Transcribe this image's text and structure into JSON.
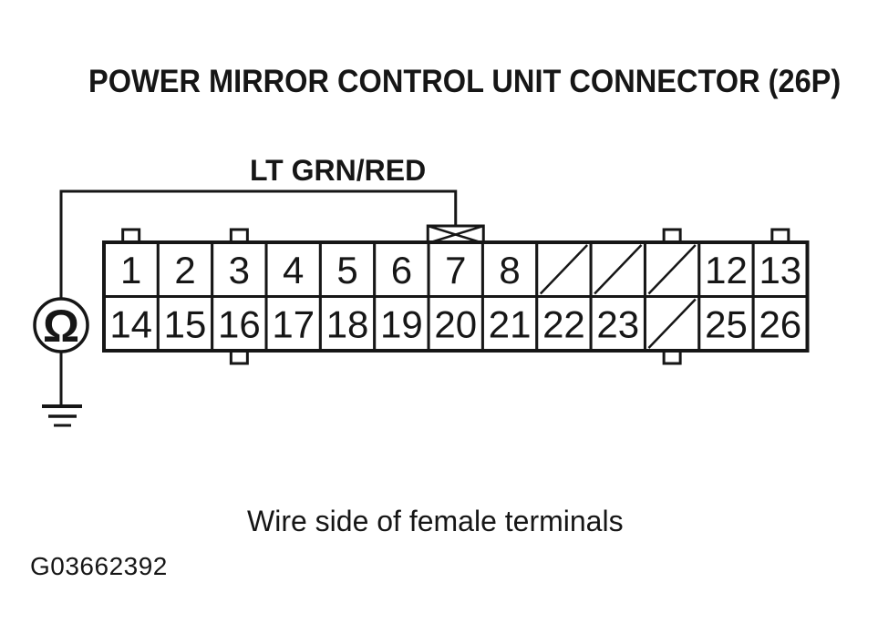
{
  "page": {
    "title": "POWER MIRROR CONTROL UNIT CONNECTOR (26P)",
    "caption": "Wire side of female terminals",
    "figure_id": "G03662392"
  },
  "wire": {
    "color_label": "LT GRN/RED"
  },
  "meter": {
    "symbol": "Ω"
  },
  "colors": {
    "ink": "#161616",
    "paper": "#ffffff"
  },
  "connector": {
    "rows": [
      {
        "cells": [
          "1",
          "2",
          "3",
          "4",
          "5",
          "6",
          "7",
          "8",
          "",
          "",
          "",
          "12",
          "13"
        ]
      },
      {
        "cells": [
          "14",
          "15",
          "16",
          "17",
          "18",
          "19",
          "20",
          "21",
          "22",
          "23",
          "",
          "25",
          "26"
        ]
      }
    ],
    "top_tab_columns": [
      1,
      3,
      11,
      13
    ],
    "bottom_tab_columns": [
      3,
      11
    ],
    "probe_column": 7
  }
}
